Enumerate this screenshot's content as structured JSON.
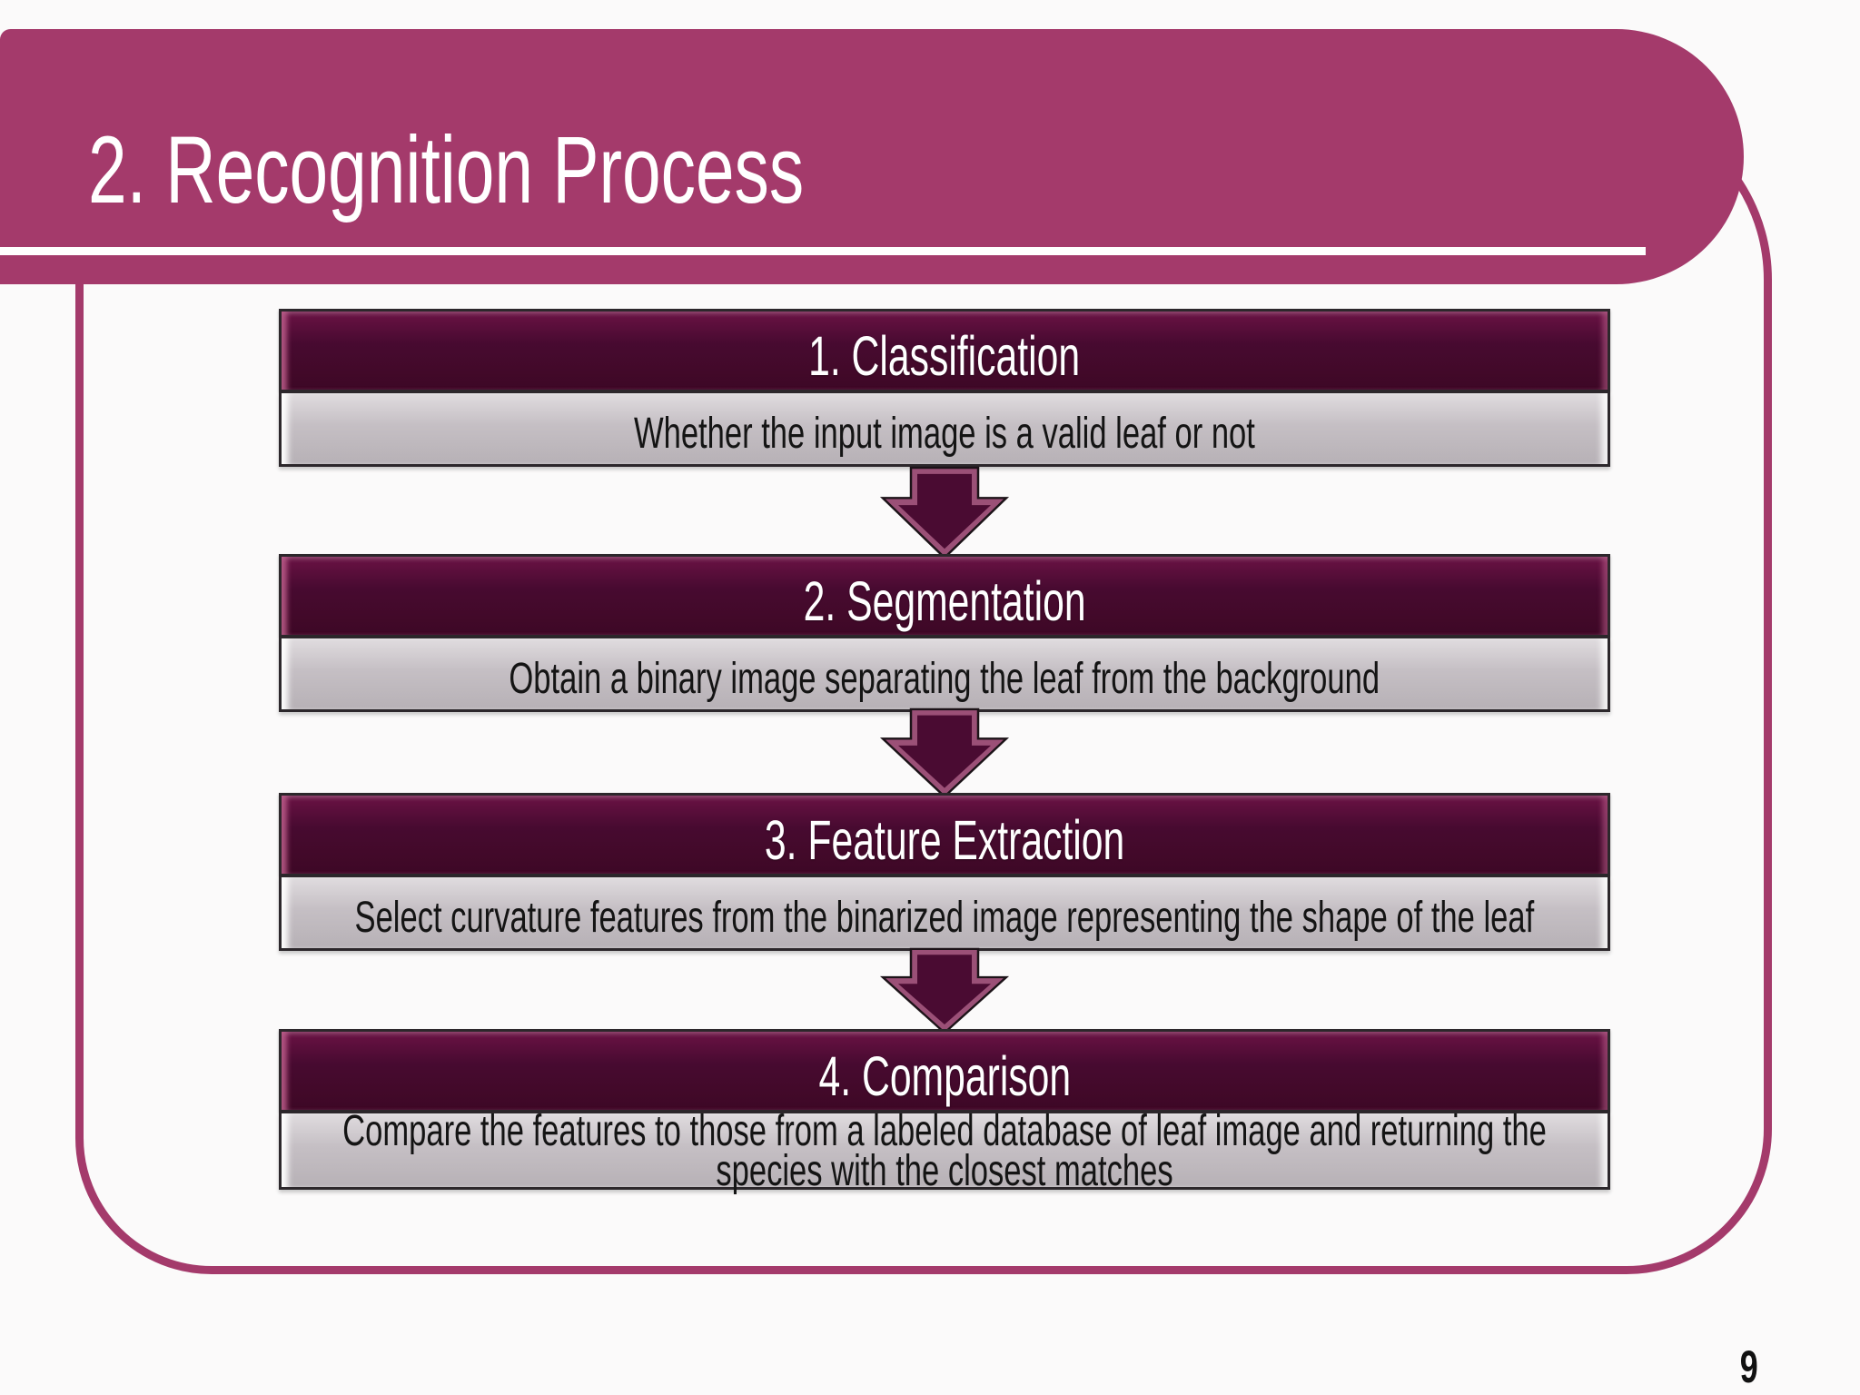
{
  "title": "2. Recognition Process",
  "page_number": "9",
  "steps": [
    {
      "heading": "1. Classification",
      "description": "Whether the input image is a valid leaf or not"
    },
    {
      "heading": "2. Segmentation",
      "description": "Obtain a binary image separating the leaf from the background"
    },
    {
      "heading": "3. Feature Extraction",
      "description": "Select curvature features from the binarized image representing the shape of the leaf"
    },
    {
      "heading": "4. Comparison",
      "description": "Compare the features to those from a labeled database of leaf image and returning the species with the closest matches"
    }
  ],
  "icons": {
    "step_connector": "down-arrow"
  },
  "theme": {
    "background": "#fbfafa",
    "band": "#a43a6b",
    "frame_border": "#a43a6b",
    "underline": "#ffffff",
    "dark_top": "#6a1244",
    "dark_fill": "#470a30",
    "gray_fill": "#c5bfc4",
    "box_border": "#2c272b",
    "arrow_ring": "#9b5077",
    "arrow_core": "#4a0b32",
    "arrow_outline": "#1c1318",
    "title_color": "#ffffff",
    "heading_color": "#ffffff",
    "desc_color": "#141414",
    "page_color": "#111111"
  }
}
